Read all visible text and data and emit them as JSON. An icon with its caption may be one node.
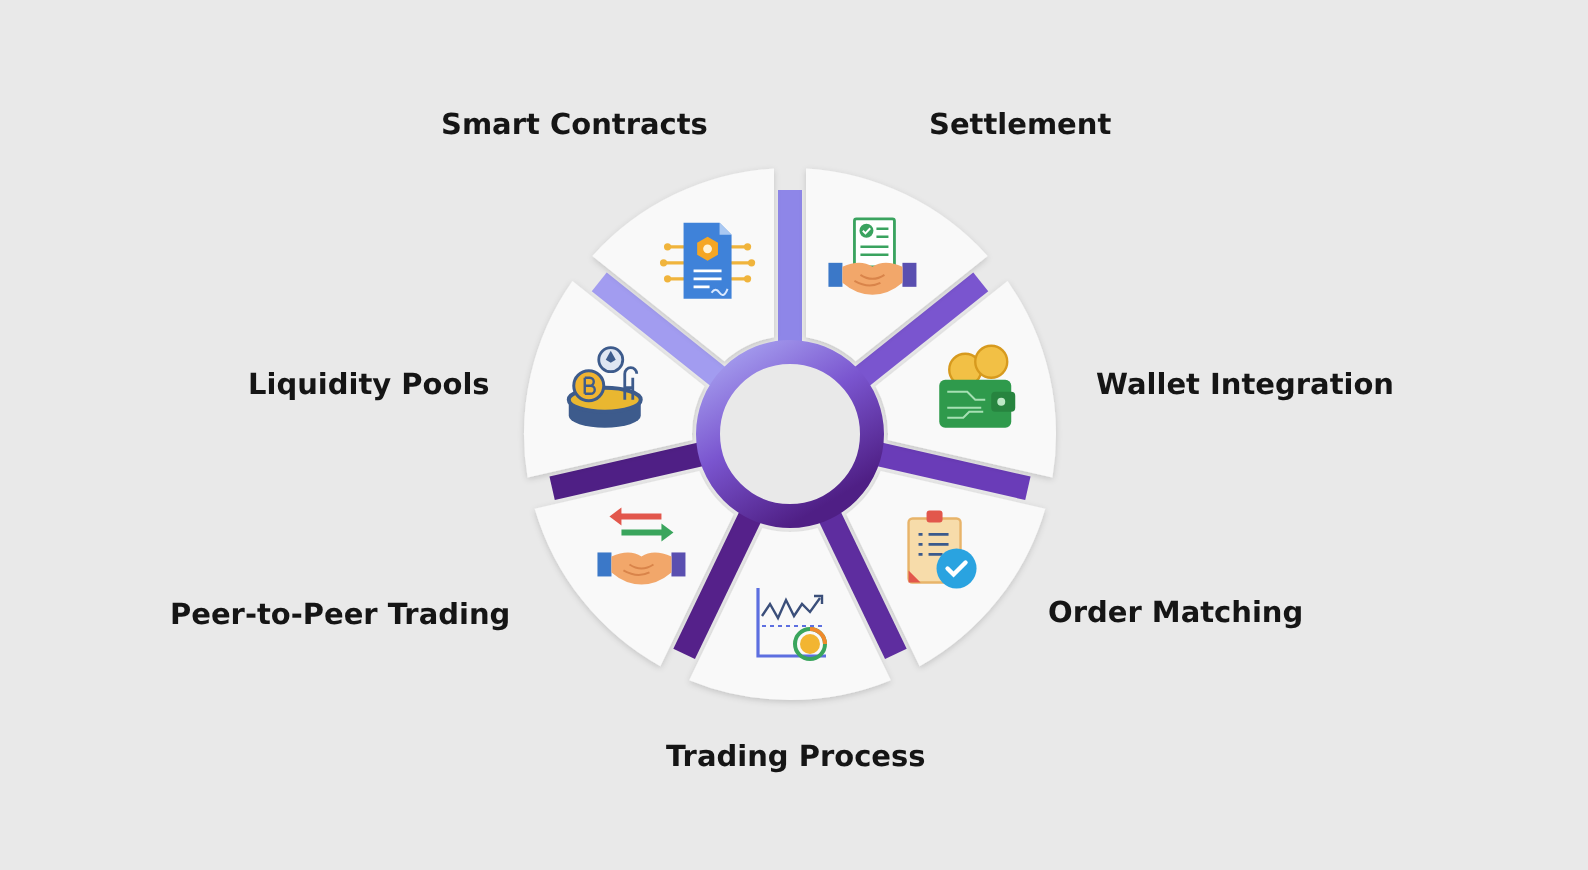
{
  "diagram": {
    "nodes": [
      {
        "text": [
          "Smart Contracts"
        ]
      },
      {
        "text": [
          "Settlement"
        ]
      },
      {
        "text": [
          "Liquidity Pools"
        ]
      },
      {
        "text": [
          "Wallet Integration"
        ]
      },
      {
        "text": [
          "Peer-to-Peer Trading"
        ]
      },
      {
        "text": [
          "Order Matching"
        ]
      },
      {
        "text": [
          "Trading Process"
        ]
      },
      {
        "text": [],
        "shape": "circle"
      }
    ]
  }
}
